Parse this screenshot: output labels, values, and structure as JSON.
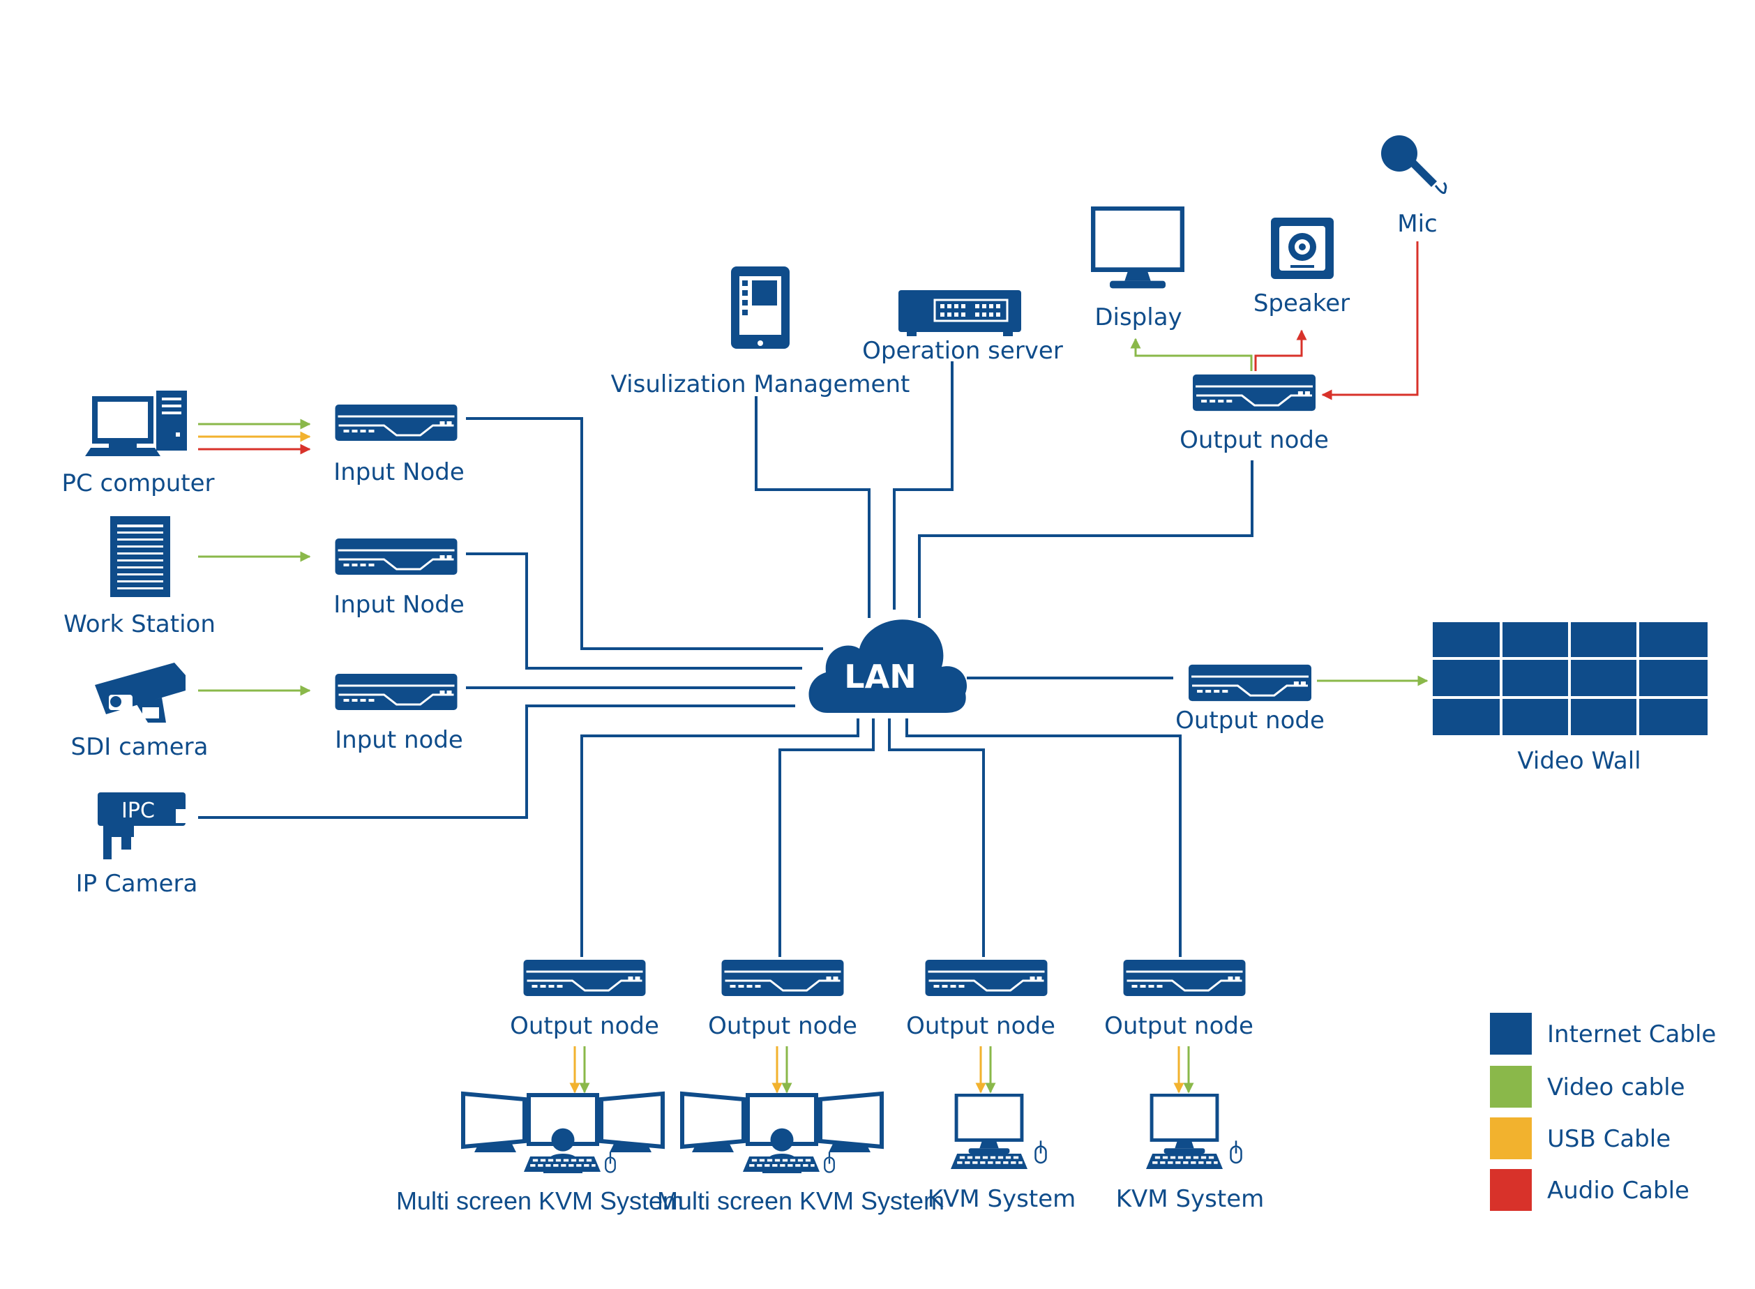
{
  "colors": {
    "internet": "#0f4c8a",
    "video": "#8ab84a",
    "usb": "#f2b22e",
    "audio": "#d8322a"
  },
  "center": {
    "label": "LAN"
  },
  "sources": {
    "pc": "PC computer",
    "workstation": "Work Station",
    "sdi_camera": "SDI camera",
    "ip_camera": "IP Camera",
    "ip_camera_badge": "IPC"
  },
  "input_nodes": [
    "Input Node",
    "Input Node",
    "Input node"
  ],
  "management": {
    "visualization": "Visulization Management",
    "operation_server": "Operation server"
  },
  "top_right": {
    "display": "Display",
    "speaker": "Speaker",
    "mic": "Mic",
    "output_node": "Output node"
  },
  "video_wall": {
    "output_node": "Output node",
    "label": "Video Wall"
  },
  "bottom_outputs": [
    {
      "node": "Output node",
      "system": "Multi screen KVM System"
    },
    {
      "node": "Output node",
      "system": "Multi screen KVM System"
    },
    {
      "node": "Output node",
      "system": "KVM System"
    },
    {
      "node": "Output node",
      "system": "KVM System"
    }
  ],
  "legend": [
    {
      "label": "Internet Cable",
      "color": "#0f4c8a"
    },
    {
      "label": "Video cable",
      "color": "#8ab84a"
    },
    {
      "label": "USB Cable",
      "color": "#f2b22e"
    },
    {
      "label": "Audio Cable",
      "color": "#d8322a"
    }
  ]
}
